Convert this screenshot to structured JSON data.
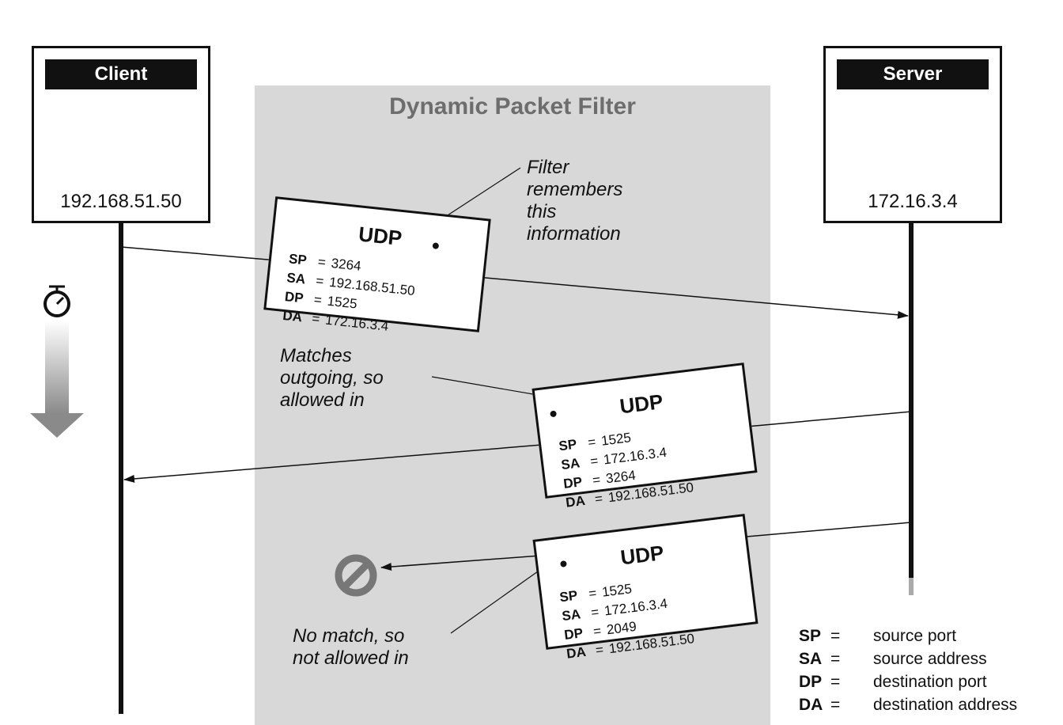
{
  "filter": {
    "title": "Dynamic Packet Filter"
  },
  "client": {
    "label": "Client",
    "address": "192.168.51.50",
    "icon": "desktop-computer-icon"
  },
  "server": {
    "label": "Server",
    "address": "172.16.3.4",
    "icon": "server-tower-icon"
  },
  "packets": [
    {
      "protocol": "UDP",
      "fields": [
        {
          "key": "SP",
          "eq": "=",
          "value": "3264"
        },
        {
          "key": "SA",
          "eq": "=",
          "value": "192.168.51.50"
        },
        {
          "key": "DP",
          "eq": "=",
          "value": "1525"
        },
        {
          "key": "DA",
          "eq": "=",
          "value": "172.16.3.4"
        }
      ]
    },
    {
      "protocol": "UDP",
      "fields": [
        {
          "key": "SP",
          "eq": "=",
          "value": "1525"
        },
        {
          "key": "SA",
          "eq": "=",
          "value": "172.16.3.4"
        },
        {
          "key": "DP",
          "eq": "=",
          "value": "3264"
        },
        {
          "key": "DA",
          "eq": "=",
          "value": "192.168.51.50"
        }
      ]
    },
    {
      "protocol": "UDP",
      "fields": [
        {
          "key": "SP",
          "eq": "=",
          "value": "1525"
        },
        {
          "key": "SA",
          "eq": "=",
          "value": "172.16.3.4"
        },
        {
          "key": "DP",
          "eq": "=",
          "value": "2049"
        },
        {
          "key": "DA",
          "eq": "=",
          "value": "192.168.51.50"
        }
      ]
    }
  ],
  "annotations": {
    "remembers": [
      "Filter",
      "remembers",
      "this",
      "information"
    ],
    "matches": [
      "Matches",
      "outgoing, so",
      "allowed in"
    ],
    "nomatch": [
      "No match, so",
      "not allowed in"
    ]
  },
  "legend": [
    {
      "key": "SP",
      "eq": "=",
      "desc": "source port"
    },
    {
      "key": "SA",
      "eq": "=",
      "desc": "source address"
    },
    {
      "key": "DP",
      "eq": "=",
      "desc": "destination port"
    },
    {
      "key": "DA",
      "eq": "=",
      "desc": "destination address"
    }
  ],
  "icons": {
    "timer": "stopwatch-icon",
    "time_arrow": "down-arrow-icon",
    "blocked": "prohibited-icon"
  },
  "colors": {
    "filter_zone": "#d8d8d8",
    "filter_title": "#6d6d6d",
    "blocked": "#777777"
  }
}
